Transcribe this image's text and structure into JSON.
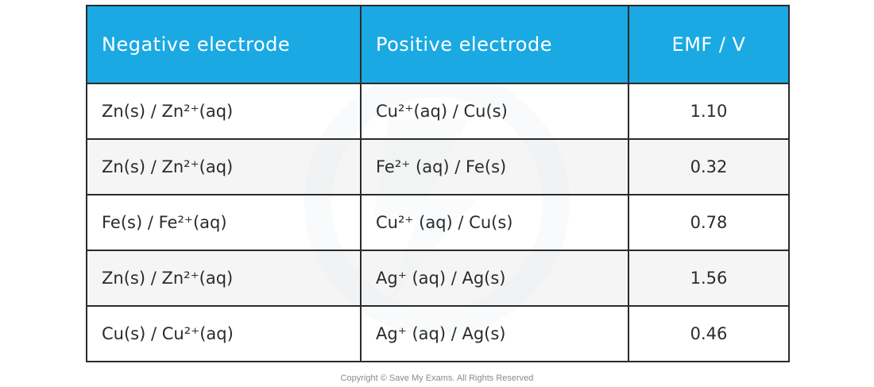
{
  "table": {
    "headers": [
      "Negative electrode",
      "Positive electrode",
      "EMF / V"
    ],
    "rows": [
      {
        "negative": "Zn(s) / Zn²⁺(aq)",
        "positive": "Cu²⁺(aq) / Cu(s)",
        "emf": "1.10"
      },
      {
        "negative": "Zn(s) / Zn²⁺(aq)",
        "positive": "Fe²⁺ (aq) / Fe(s)",
        "emf": "0.32"
      },
      {
        "negative": "Fe(s) / Fe²⁺(aq)",
        "positive": "Cu²⁺ (aq) / Cu(s)",
        "emf": "0.78"
      },
      {
        "negative": "Zn(s) / Zn²⁺(aq)",
        "positive": "Ag⁺ (aq) / Ag(s)",
        "emf": "1.56"
      },
      {
        "negative": "Cu(s) / Cu²⁺(aq)",
        "positive": "Ag⁺ (aq) / Ag(s)",
        "emf": "0.46"
      }
    ]
  },
  "footer": {
    "copyright": "Copyright © Save My Exams. All Rights Reserved"
  },
  "colors": {
    "header_bg": "#1aa9e3",
    "header_text": "#ffffff",
    "border": "#2b2b2b",
    "alt_row": "#f2f2f2"
  }
}
